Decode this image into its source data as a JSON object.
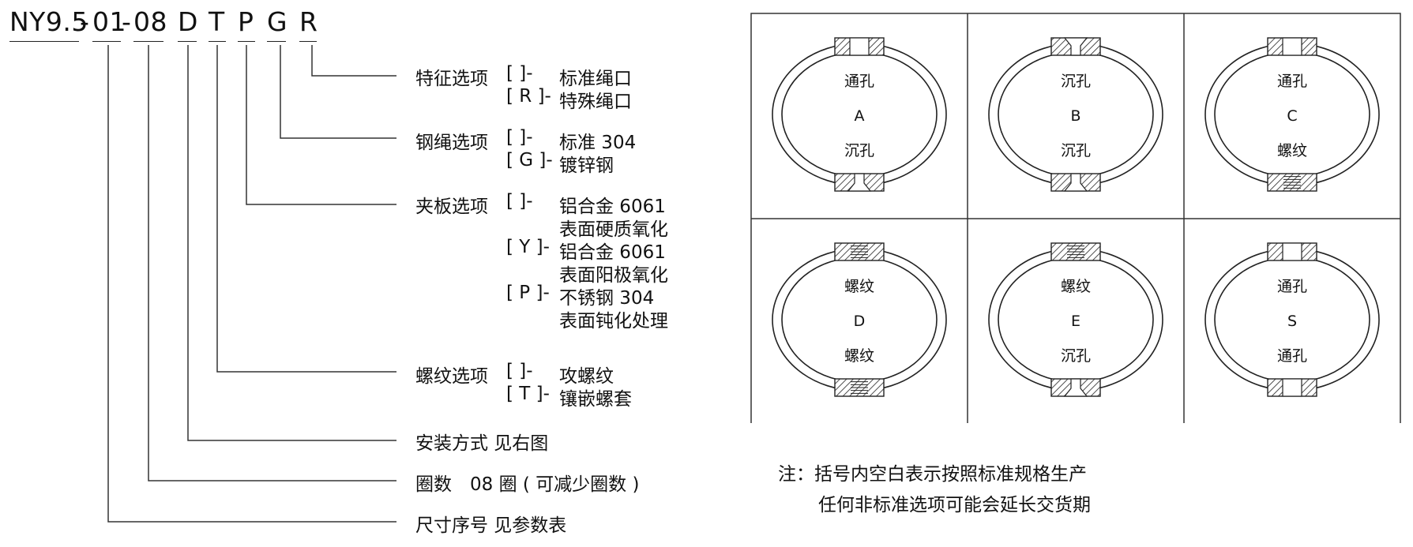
{
  "model_code": {
    "parts": [
      "NY9.5",
      "-",
      "01",
      "-",
      "08",
      "D",
      "T",
      "P",
      "G",
      "R"
    ]
  },
  "options": {
    "feature": {
      "title": "特征选项",
      "items": [
        {
          "code": "[    ]-",
          "desc": "标准绳口"
        },
        {
          "code": "[ R ]-",
          "desc": "特殊绳口"
        }
      ]
    },
    "wire": {
      "title": "钢绳选项",
      "items": [
        {
          "code": "[    ]-",
          "desc": "标准 304"
        },
        {
          "code": "[ G ]-",
          "desc": "镀锌钢"
        }
      ]
    },
    "plate": {
      "title": "夹板选项",
      "items": [
        {
          "code": "[    ]-",
          "desc": "铝合金 6061",
          "desc2": "表面硬质氧化"
        },
        {
          "code": "[ Y ]-",
          "desc": "铝合金 6061",
          "desc2": "表面阳极氧化"
        },
        {
          "code": "[ P ]-",
          "desc": "不锈钢 304",
          "desc2": "表面钝化处理"
        }
      ]
    },
    "thread": {
      "title": "螺纹选项",
      "items": [
        {
          "code": "[    ]-",
          "desc": "攻螺纹"
        },
        {
          "code": "[ T ]-",
          "desc": "镶嵌螺套"
        }
      ]
    },
    "mount": "安装方式 见右图",
    "coils": "圈数　08 圈 ( 可减少圈数 )",
    "size": "尺寸序号  见参数表"
  },
  "mount_grid": [
    {
      "letter": "A",
      "top": "通孔",
      "bottom": "沉孔",
      "top_type": "through",
      "bottom_type": "counter"
    },
    {
      "letter": "B",
      "top": "沉孔",
      "bottom": "沉孔",
      "top_type": "counter",
      "bottom_type": "counter"
    },
    {
      "letter": "C",
      "top": "通孔",
      "bottom": "螺纹",
      "top_type": "through",
      "bottom_type": "thread"
    },
    {
      "letter": "D",
      "top": "螺纹",
      "bottom": "螺纹",
      "top_type": "thread",
      "bottom_type": "thread"
    },
    {
      "letter": "E",
      "top": "螺纹",
      "bottom": "沉孔",
      "top_type": "thread",
      "bottom_type": "counter"
    },
    {
      "letter": "S",
      "top": "通孔",
      "bottom": "通孔",
      "top_type": "through",
      "bottom_type": "through"
    }
  ],
  "note": {
    "line1": "注：括号内空白表示按照标准规格生产",
    "line2": "任何非标准选项可能会延长交货期"
  }
}
